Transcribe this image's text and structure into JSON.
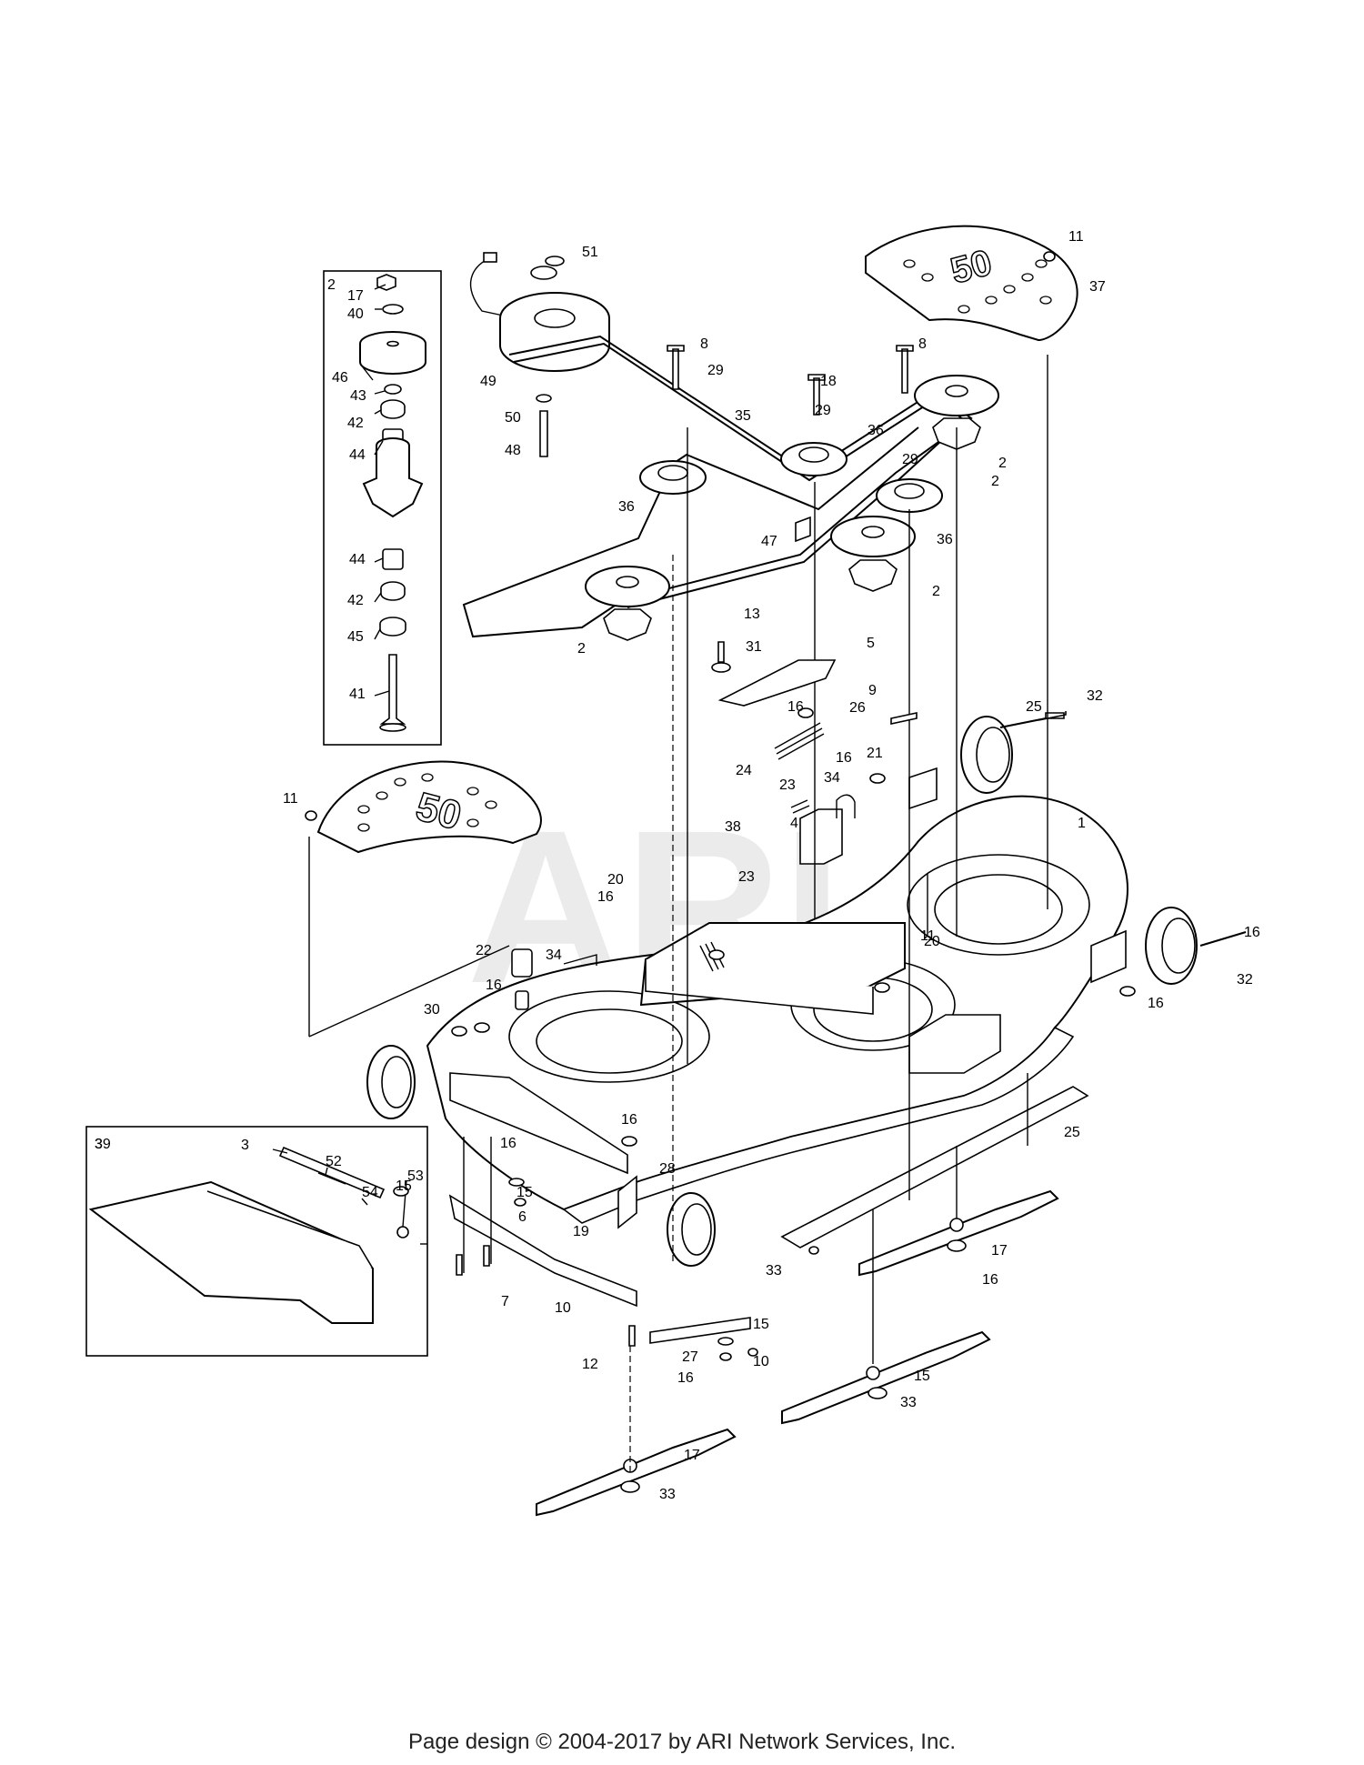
{
  "diagram": {
    "inset_labels": {
      "spindle_assembly": "2",
      "deflector_assembly": "3"
    },
    "callouts": [
      "51",
      "11",
      "37",
      "2",
      "17",
      "40",
      "46",
      "43",
      "42",
      "44",
      "44",
      "42",
      "45",
      "41",
      "8",
      "29",
      "49",
      "50",
      "48",
      "35",
      "8",
      "18",
      "29",
      "36",
      "29",
      "2",
      "36",
      "36",
      "47",
      "2",
      "2",
      "13",
      "31",
      "5",
      "16",
      "9",
      "26",
      "21",
      "16",
      "24",
      "25",
      "32",
      "23",
      "34",
      "1",
      "4",
      "20",
      "11",
      "38",
      "20",
      "23",
      "16",
      "11",
      "22",
      "34",
      "16",
      "30",
      "16",
      "16",
      "32",
      "25",
      "39",
      "3",
      "52",
      "54",
      "53",
      "16",
      "16",
      "15",
      "28",
      "6",
      "19",
      "15",
      "16",
      "17",
      "33",
      "10",
      "7",
      "15",
      "12",
      "27",
      "10",
      "16",
      "15",
      "33",
      "17",
      "33",
      "17"
    ],
    "decals": [
      "50",
      "50"
    ],
    "watermark": "ARI"
  },
  "footer": {
    "text": "Page design © 2004-2017 by ARI Network Services, Inc."
  }
}
